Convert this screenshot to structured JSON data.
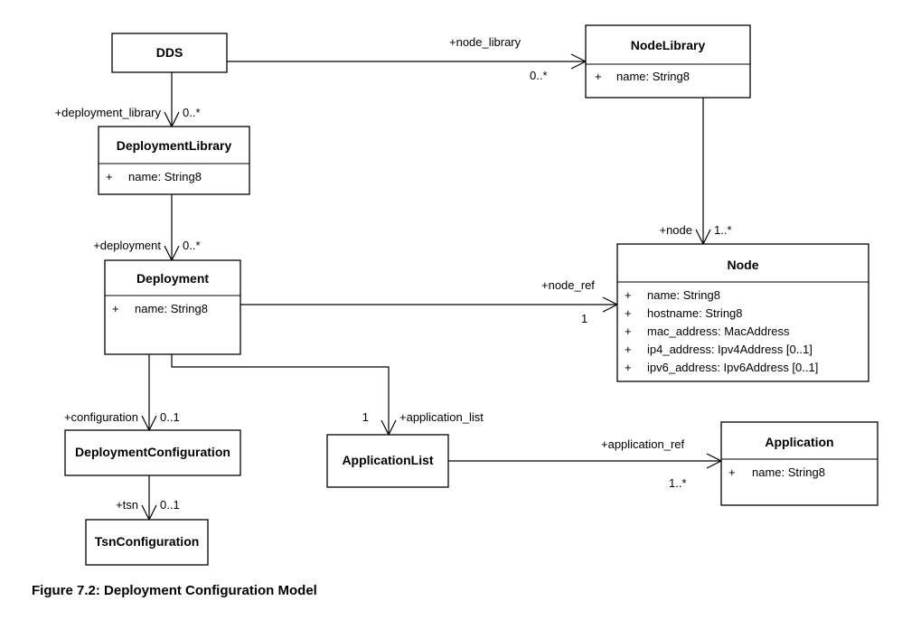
{
  "classes": {
    "dds": {
      "name": "DDS"
    },
    "node_library": {
      "name": "NodeLibrary",
      "attributes": [
        {
          "vis": "+",
          "text": "name: String8"
        }
      ]
    },
    "deployment_library": {
      "name": "DeploymentLibrary",
      "attributes": [
        {
          "vis": "+",
          "text": "name: String8"
        }
      ]
    },
    "deployment": {
      "name": "Deployment",
      "attributes": [
        {
          "vis": "+",
          "text": "name: String8"
        }
      ]
    },
    "node": {
      "name": "Node",
      "attributes": [
        {
          "vis": "+",
          "text": "name: String8"
        },
        {
          "vis": "+",
          "text": "hostname: String8"
        },
        {
          "vis": "+",
          "text": "mac_address: MacAddress"
        },
        {
          "vis": "+",
          "text": "ip4_address: Ipv4Address [0..1]"
        },
        {
          "vis": "+",
          "text": "ipv6_address: Ipv6Address [0..1]"
        }
      ]
    },
    "deployment_configuration": {
      "name": "DeploymentConfiguration"
    },
    "tsn_configuration": {
      "name": "TsnConfiguration"
    },
    "application_list": {
      "name": "ApplicationList"
    },
    "application": {
      "name": "Application",
      "attributes": [
        {
          "vis": "+",
          "text": "name: String8"
        }
      ]
    }
  },
  "associations": {
    "dds_node_library": {
      "role": "+node_library",
      "multiplicity": "0..*"
    },
    "dds_deployment_library": {
      "role": "+deployment_library",
      "multiplicity": "0..*"
    },
    "node_library_node": {
      "role": "+node",
      "multiplicity": "1..*"
    },
    "deployment_library_deployment": {
      "role": "+deployment",
      "multiplicity": "0..*"
    },
    "deployment_node": {
      "role": "+node_ref",
      "multiplicity": "1"
    },
    "deployment_configuration": {
      "role": "+configuration",
      "multiplicity": "0..1"
    },
    "deployment_application_list": {
      "role": "+application_list",
      "multiplicity": "1"
    },
    "configuration_tsn": {
      "role": "+tsn",
      "multiplicity": "0..1"
    },
    "application_list_application": {
      "role": "+application_ref",
      "multiplicity": "1..*"
    }
  },
  "caption": "Figure 7.2: Deployment Configuration Model"
}
